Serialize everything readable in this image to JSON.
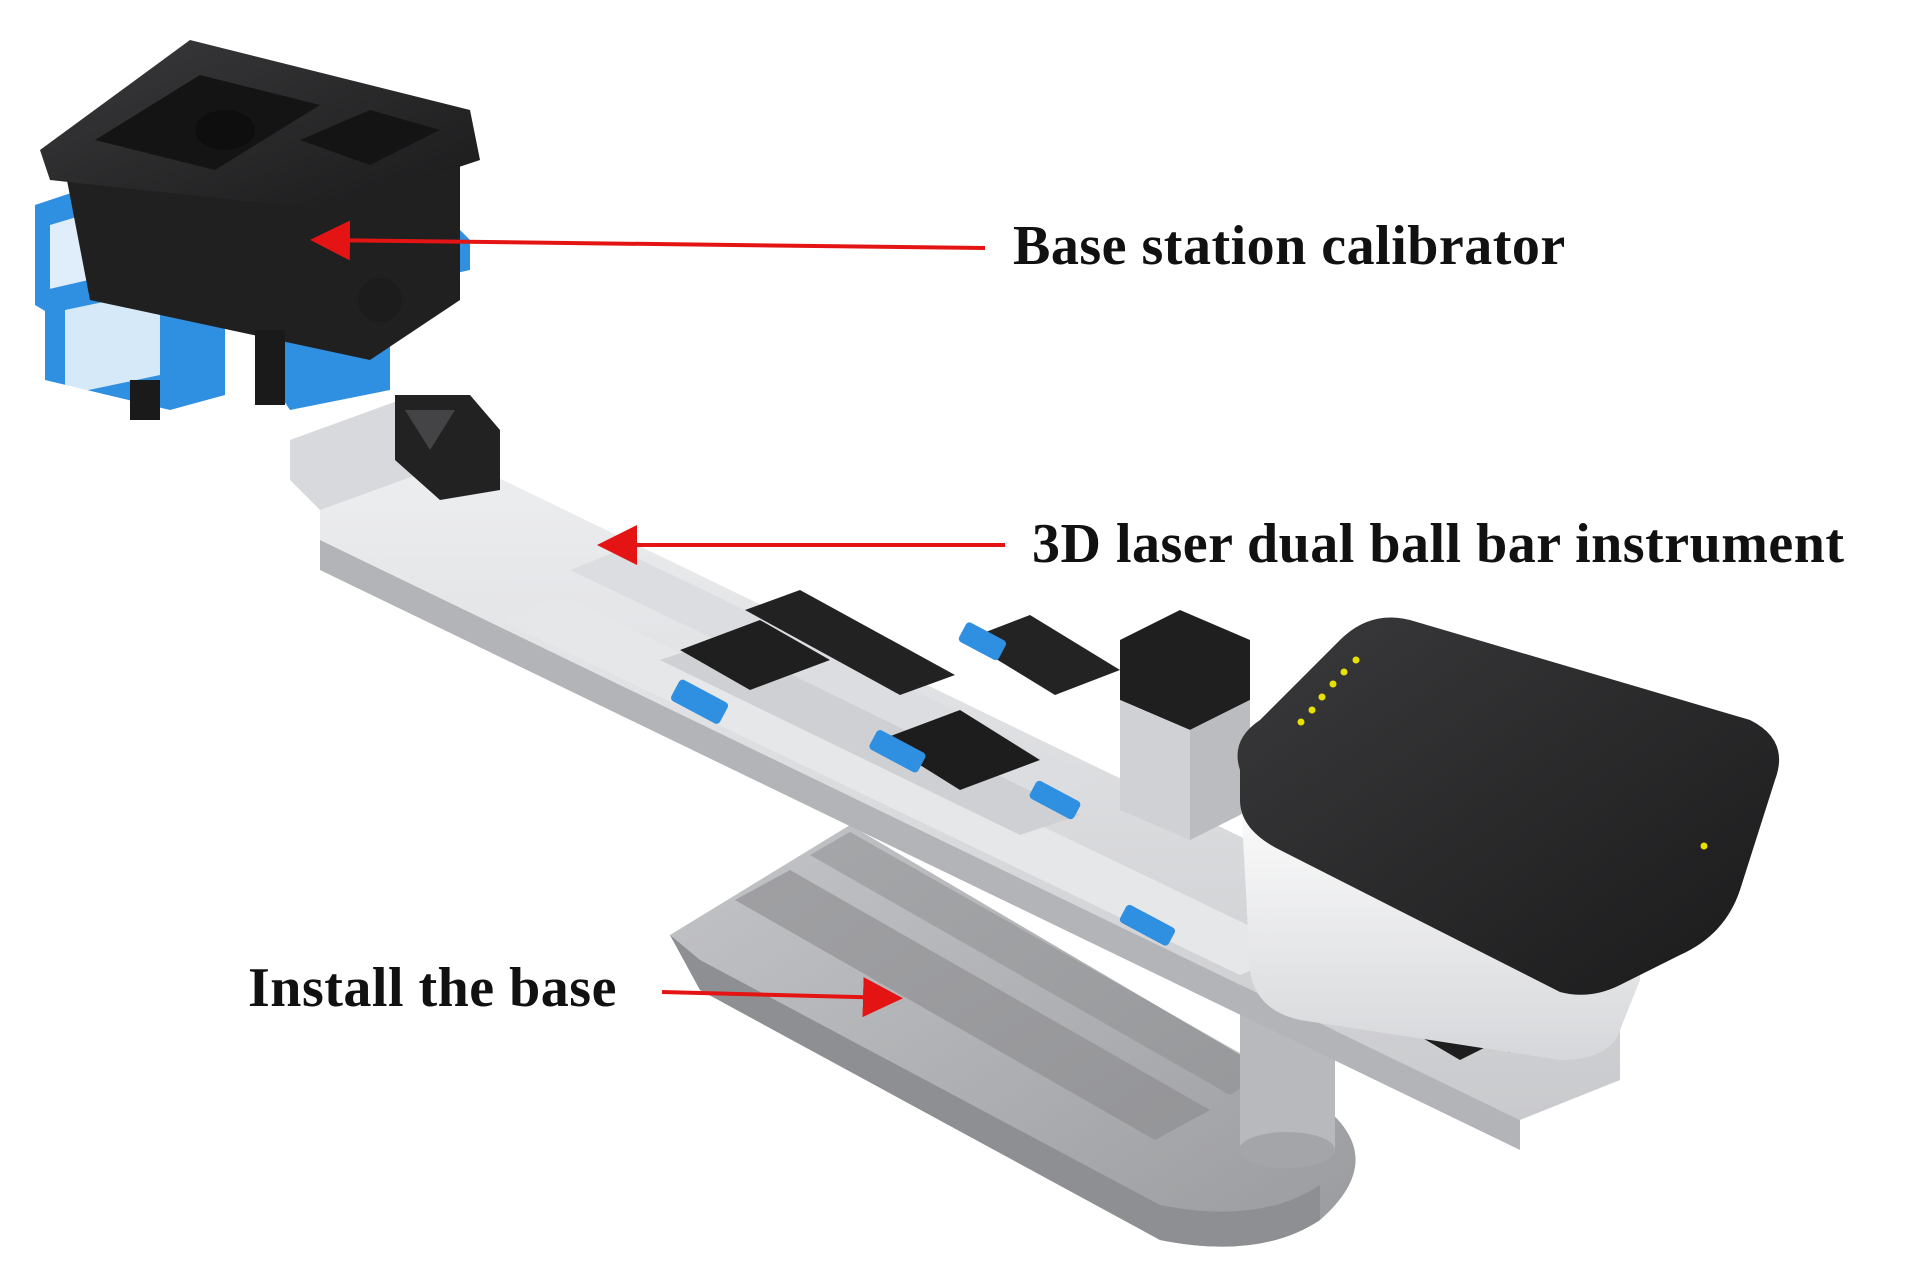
{
  "labels": {
    "calibrator": "Base station calibrator",
    "ballbar": "3D laser dual ball bar instrument",
    "base": "Install the base"
  },
  "colors": {
    "arrow": "#e41414",
    "accent_blue": "#2f8fe0",
    "housing_black": "#1e1e1e",
    "aluminum": "#d9dadc",
    "base_gray": "#a9aaad",
    "indicator_led": "#e8e000"
  }
}
